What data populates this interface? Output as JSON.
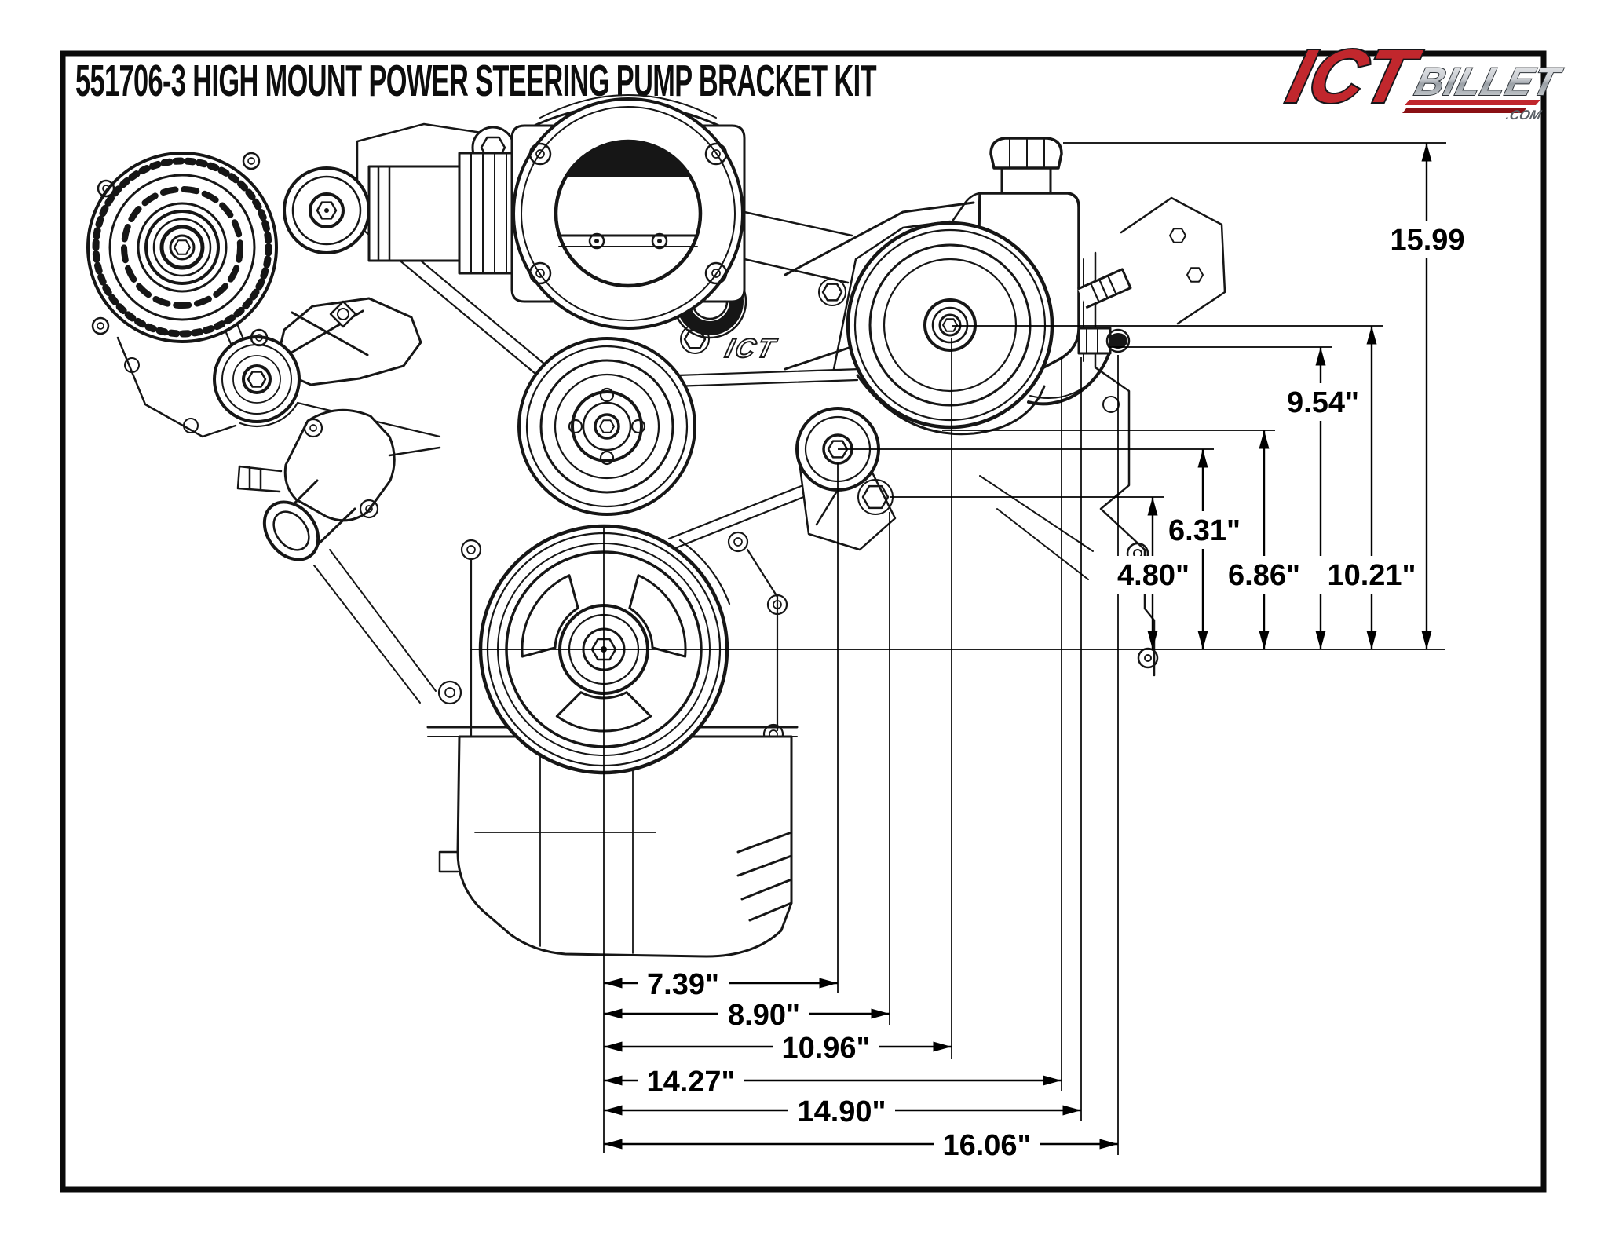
{
  "page": {
    "background": "#ffffff"
  },
  "header": {
    "title": "551706-3 HIGH MOUNT POWER STEERING PUMP BRACKET KIT"
  },
  "logo": {
    "ict": "ICT",
    "billet": "BILLET",
    "tld": ".COM",
    "red": "#c1272d",
    "silver": "#c9ccd1"
  },
  "drawing": {
    "engraving": "ICT"
  },
  "dimensions": {
    "vertical": [
      {
        "label": "4.80\"",
        "inches": 4.8
      },
      {
        "label": "6.31\"",
        "inches": 6.31
      },
      {
        "label": "6.86\"",
        "inches": 6.86
      },
      {
        "label": "9.54\"",
        "inches": 9.54
      },
      {
        "label": "10.21\"",
        "inches": 10.21
      },
      {
        "label": "15.99",
        "inches": 15.99
      }
    ],
    "horizontal": [
      {
        "label": "7.39\"",
        "inches": 7.39
      },
      {
        "label": "8.90\"",
        "inches": 8.9
      },
      {
        "label": "10.96\"",
        "inches": 10.96
      },
      {
        "label": "14.27\"",
        "inches": 14.27
      },
      {
        "label": "14.90\"",
        "inches": 14.9
      },
      {
        "label": "16.06\"",
        "inches": 16.06
      }
    ]
  }
}
